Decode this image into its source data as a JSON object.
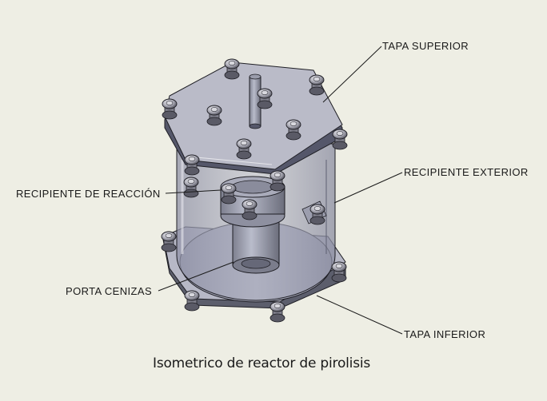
{
  "labels": {
    "tapa_superior": "TAPA SUPERIOR",
    "recipiente_exterior": "RECIPIENTE EXTERIOR",
    "recipiente_reaccion": "RECIPIENTE DE REACCIÓN",
    "porta_cenizas": "PORTA CENIZAS",
    "tapa_inferior": "TAPA INFERIOR"
  },
  "caption": "Isometrico de reactor de pirolisis",
  "colors": {
    "background": "#eeeee4",
    "metal": "#b9b9c6",
    "glass": "#9ea0b3",
    "outline": "#1e1e24"
  }
}
